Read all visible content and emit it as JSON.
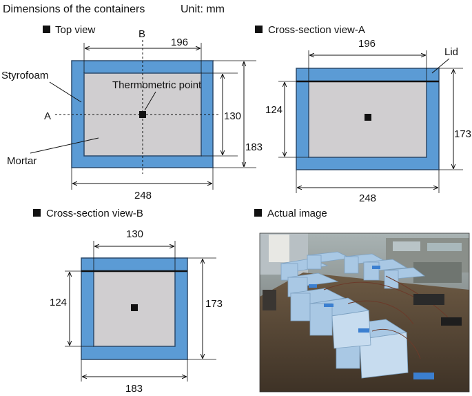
{
  "title": "Dimensions of the containers",
  "unit": "Unit: mm",
  "colors": {
    "styrofoam": "#5b9bd5",
    "styrofoam_border": "#2c4a6b",
    "mortar": "#d0ced0",
    "line": "#111111"
  },
  "top_view": {
    "heading": "Top view",
    "label_b": "B",
    "label_a": "A",
    "styrofoam": "Styrofoam",
    "thermo": "Thermometric point",
    "mortar": "Mortar",
    "dim_inner_width": "196",
    "dim_inner_height": "130",
    "dim_outer_height": "183",
    "dim_outer_width": "248"
  },
  "section_a": {
    "heading": "Cross-section view-A",
    "dim_inner_width": "196",
    "lid": "Lid",
    "dim_inner_height": "124",
    "dim_outer_height": "173",
    "dim_outer_width": "248"
  },
  "section_b": {
    "heading": "Cross-section view-B",
    "dim_inner_width": "130",
    "dim_inner_height": "124",
    "dim_outer_height": "173",
    "dim_outer_width": "183"
  },
  "photo": {
    "heading": "Actual image"
  }
}
